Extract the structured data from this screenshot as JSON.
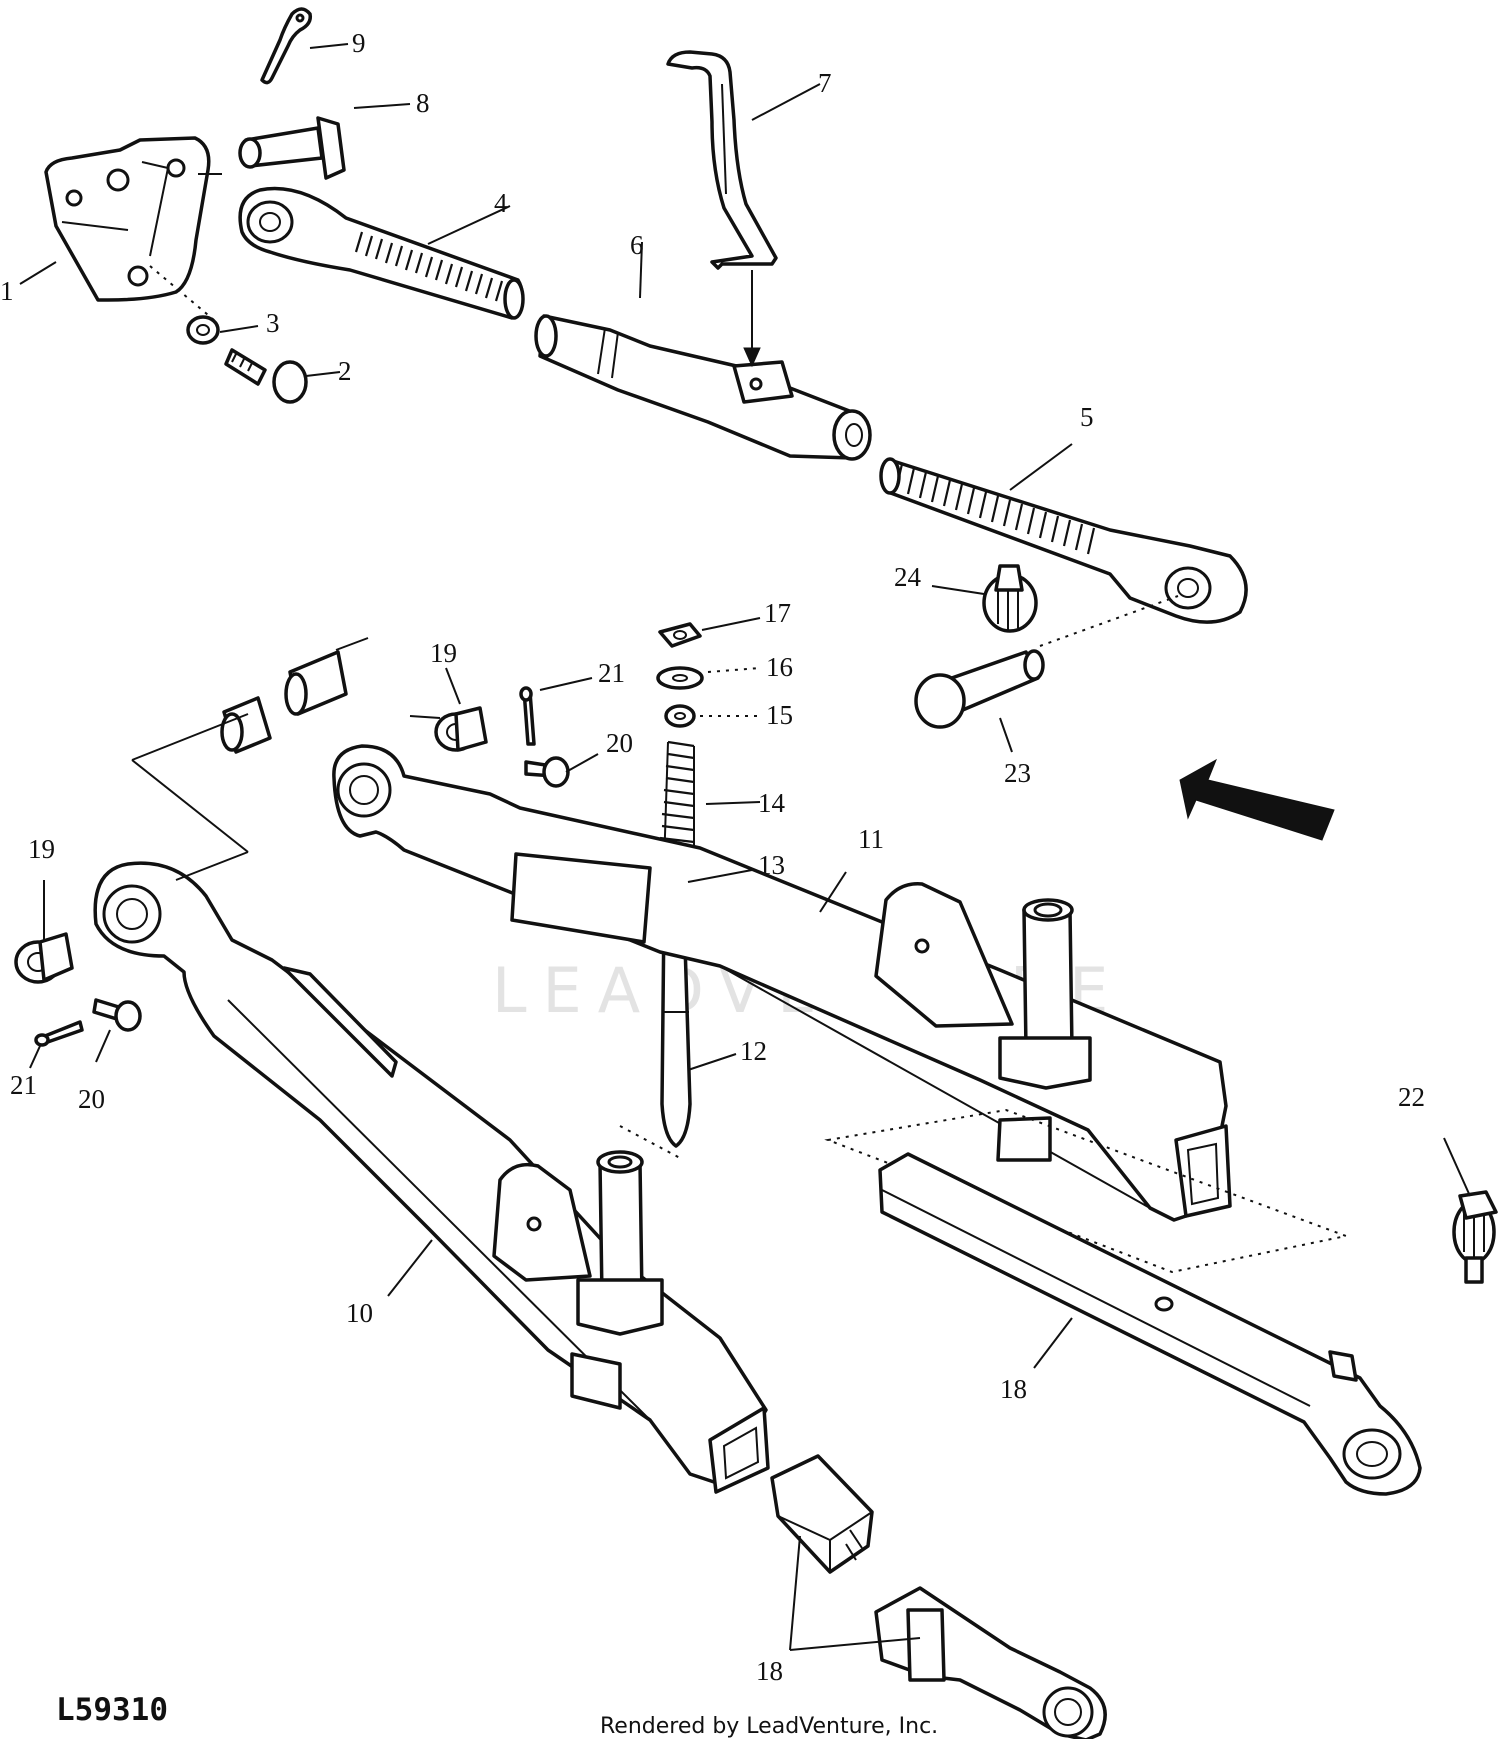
{
  "diagram": {
    "figure_id": "L59310",
    "credit": "Rendered by LeadVenture, Inc.",
    "watermark": "LEADVENTURE",
    "callouts": [
      "1",
      "2",
      "3",
      "4",
      "5",
      "6",
      "7",
      "8",
      "9",
      "10",
      "11",
      "12",
      "13",
      "14",
      "15",
      "16",
      "17",
      "18",
      "19",
      "20",
      "21",
      "22",
      "23",
      "24"
    ]
  }
}
